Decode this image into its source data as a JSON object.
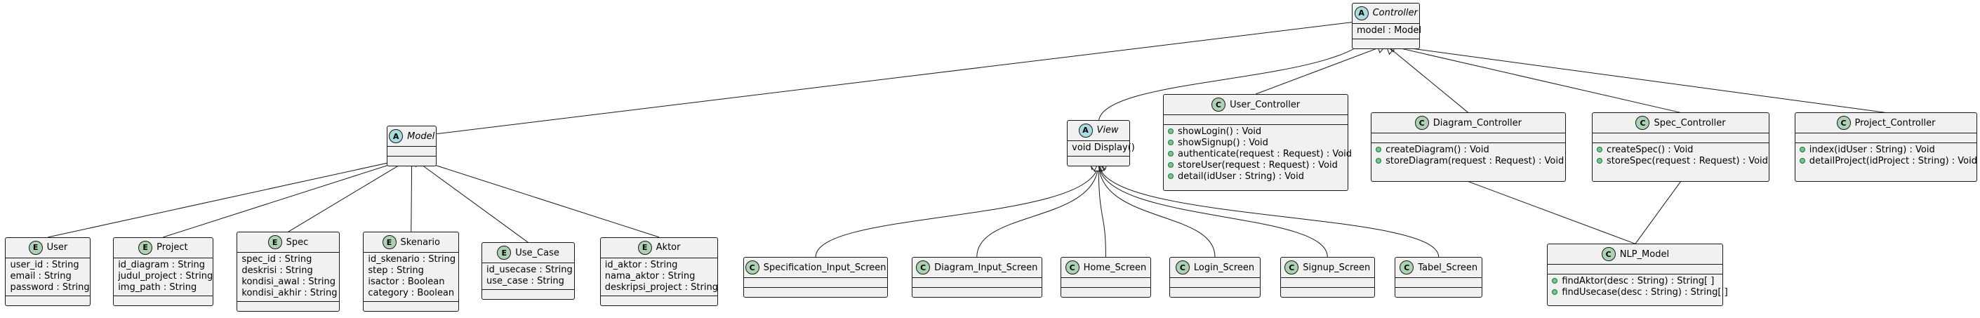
{
  "colors": {
    "box_fill": "#f1f1f1",
    "border": "#181818",
    "badge_abstract": "#a9dcdf",
    "badge_class": "#add1b2",
    "badge_entity": "#add1b2",
    "public_marker": "#84be84"
  },
  "classes": [
    {
      "id": "controller",
      "kind": "abstract",
      "badge": "A",
      "name": "Controller",
      "fields": [
        "model : Model"
      ],
      "methods": []
    },
    {
      "id": "model",
      "kind": "abstract",
      "badge": "A",
      "name": "Model",
      "fields": [],
      "methods": []
    },
    {
      "id": "view",
      "kind": "abstract",
      "badge": "A",
      "name": "View",
      "fields": [
        "void Display()"
      ],
      "methods": []
    },
    {
      "id": "user_controller",
      "kind": "class",
      "badge": "C",
      "name": "User_Controller",
      "fields": [],
      "methods": [
        "showLogin() : Void",
        "showSignup() : Void",
        "authenticate(request : Request) : Void",
        "storeUser(request : Request) : Void",
        "detail(idUser : String) : Void"
      ]
    },
    {
      "id": "diagram_controller",
      "kind": "class",
      "badge": "C",
      "name": "Diagram_Controller",
      "fields": [],
      "methods": [
        "createDiagram() : Void",
        "storeDiagram(request : Request) : Void"
      ]
    },
    {
      "id": "spec_controller",
      "kind": "class",
      "badge": "C",
      "name": "Spec_Controller",
      "fields": [],
      "methods": [
        "createSpec() : Void",
        "storeSpec(request : Request) : Void"
      ]
    },
    {
      "id": "project_controller",
      "kind": "class",
      "badge": "C",
      "name": "Project_Controller",
      "fields": [],
      "methods": [
        "index(idUser : String) : Void",
        "detailProject(idProject : String) : Void"
      ]
    },
    {
      "id": "nlp_model",
      "kind": "class",
      "badge": "C",
      "name": "NLP_Model",
      "fields": [],
      "methods": [
        "findAktor(desc : String) : String[ ]",
        "findUsecase(desc : String) : String[ ]"
      ]
    },
    {
      "id": "user",
      "kind": "entity",
      "badge": "E",
      "name": "User",
      "fields": [
        "user_id : String",
        "email : String",
        "password : String"
      ],
      "methods": []
    },
    {
      "id": "project",
      "kind": "entity",
      "badge": "E",
      "name": "Project",
      "fields": [
        "id_diagram : String",
        "judul_project : String",
        "img_path : String"
      ],
      "methods": []
    },
    {
      "id": "spec",
      "kind": "entity",
      "badge": "E",
      "name": "Spec",
      "fields": [
        "spec_id : String",
        "deskrisi : String",
        "kondisi_awal : String",
        "kondisi_akhir : String"
      ],
      "methods": []
    },
    {
      "id": "skenario",
      "kind": "entity",
      "badge": "E",
      "name": "Skenario",
      "fields": [
        "id_skenario : String",
        "step : String",
        "isactor : Boolean",
        "category : Boolean"
      ],
      "methods": []
    },
    {
      "id": "use_case",
      "kind": "entity",
      "badge": "E",
      "name": "Use_Case",
      "fields": [
        "id_usecase : String",
        "use_case : String"
      ],
      "methods": []
    },
    {
      "id": "aktor",
      "kind": "entity",
      "badge": "E",
      "name": "Aktor",
      "fields": [
        "id_aktor : String",
        "nama_aktor : String",
        "deskripsi_project : String"
      ],
      "methods": []
    },
    {
      "id": "specification_input_screen",
      "kind": "class",
      "badge": "C",
      "name": "Specification_Input_Screen",
      "fields": [],
      "methods": []
    },
    {
      "id": "diagram_input_screen",
      "kind": "class",
      "badge": "C",
      "name": "Diagram_Input_Screen",
      "fields": [],
      "methods": []
    },
    {
      "id": "home_screen",
      "kind": "class",
      "badge": "C",
      "name": "Home_Screen",
      "fields": [],
      "methods": []
    },
    {
      "id": "login_screen",
      "kind": "class",
      "badge": "C",
      "name": "Login_Screen",
      "fields": [],
      "methods": []
    },
    {
      "id": "signup_screen",
      "kind": "class",
      "badge": "C",
      "name": "Signup_Screen",
      "fields": [],
      "methods": []
    },
    {
      "id": "tabel_screen",
      "kind": "class",
      "badge": "C",
      "name": "Tabel_Screen",
      "fields": [],
      "methods": []
    }
  ],
  "relations": [
    {
      "from": "model",
      "to": "controller",
      "type": "association"
    },
    {
      "from": "view",
      "to": "controller",
      "type": "association"
    },
    {
      "from": "user_controller",
      "to": "controller",
      "type": "inheritance"
    },
    {
      "from": "diagram_controller",
      "to": "controller",
      "type": "inheritance"
    },
    {
      "from": "spec_controller",
      "to": "controller",
      "type": "inheritance"
    },
    {
      "from": "project_controller",
      "to": "controller",
      "type": "inheritance"
    },
    {
      "from": "user",
      "to": "model",
      "type": "inheritance"
    },
    {
      "from": "project",
      "to": "model",
      "type": "inheritance"
    },
    {
      "from": "spec",
      "to": "model",
      "type": "inheritance"
    },
    {
      "from": "skenario",
      "to": "model",
      "type": "inheritance"
    },
    {
      "from": "use_case",
      "to": "model",
      "type": "inheritance"
    },
    {
      "from": "aktor",
      "to": "model",
      "type": "inheritance"
    },
    {
      "from": "specification_input_screen",
      "to": "view",
      "type": "inheritance"
    },
    {
      "from": "diagram_input_screen",
      "to": "view",
      "type": "inheritance"
    },
    {
      "from": "home_screen",
      "to": "view",
      "type": "inheritance"
    },
    {
      "from": "login_screen",
      "to": "view",
      "type": "inheritance"
    },
    {
      "from": "signup_screen",
      "to": "view",
      "type": "inheritance"
    },
    {
      "from": "tabel_screen",
      "to": "view",
      "type": "inheritance"
    },
    {
      "from": "diagram_controller",
      "to": "nlp_model",
      "type": "association"
    },
    {
      "from": "spec_controller",
      "to": "nlp_model",
      "type": "association"
    }
  ]
}
